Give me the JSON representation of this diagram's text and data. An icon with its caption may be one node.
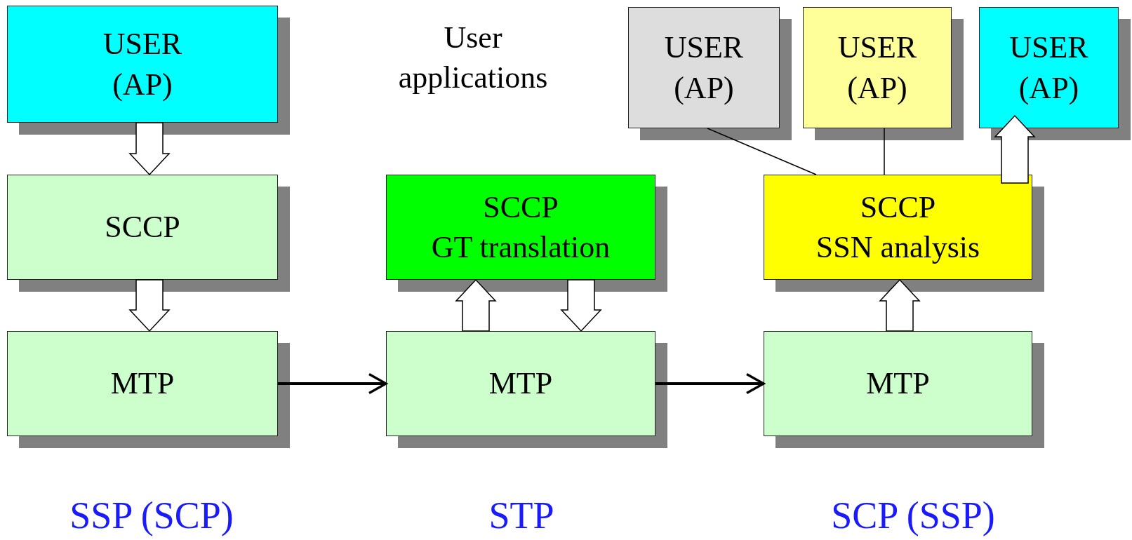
{
  "diagram": {
    "nodes": [
      {
        "text": [
          "USER",
          "(AP)"
        ]
      },
      {
        "text": [
          "SCCP"
        ]
      },
      {
        "text": [
          "MTP"
        ]
      },
      {
        "text": [
          "SCCP",
          "GT translation"
        ]
      },
      {
        "text": [
          "MTP"
        ]
      },
      {
        "text": [
          "USER",
          "(AP)"
        ]
      },
      {
        "text": [
          "USER",
          "(AP)"
        ]
      },
      {
        "text": [
          "USER",
          "(AP)"
        ]
      },
      {
        "text": [
          "SCCP",
          "SSN analysis"
        ]
      },
      {
        "text": [
          "MTP"
        ]
      }
    ],
    "edges": [
      {
        "from": 0,
        "to": 1,
        "arrow": "to"
      },
      {
        "from": 1,
        "to": 2,
        "arrow": "to"
      },
      {
        "from": 4,
        "to": 3,
        "arrow": "to"
      },
      {
        "from": 3,
        "to": 4,
        "arrow": "to"
      },
      {
        "from": 9,
        "to": 8,
        "arrow": "to"
      },
      {
        "from": 8,
        "to": 7,
        "arrow": "to"
      },
      {
        "from": 5,
        "to": 8,
        "arrow": "none"
      },
      {
        "from": 6,
        "to": 8,
        "arrow": "none"
      },
      {
        "from": 2,
        "to": 4,
        "arrow": "to",
        "style": "thick"
      },
      {
        "from": 4,
        "to": 9,
        "arrow": "to",
        "style": "thick"
      }
    ],
    "labels": [
      "User applications",
      "SSP (SCP)",
      "STP",
      "SCP (SSP)"
    ]
  }
}
